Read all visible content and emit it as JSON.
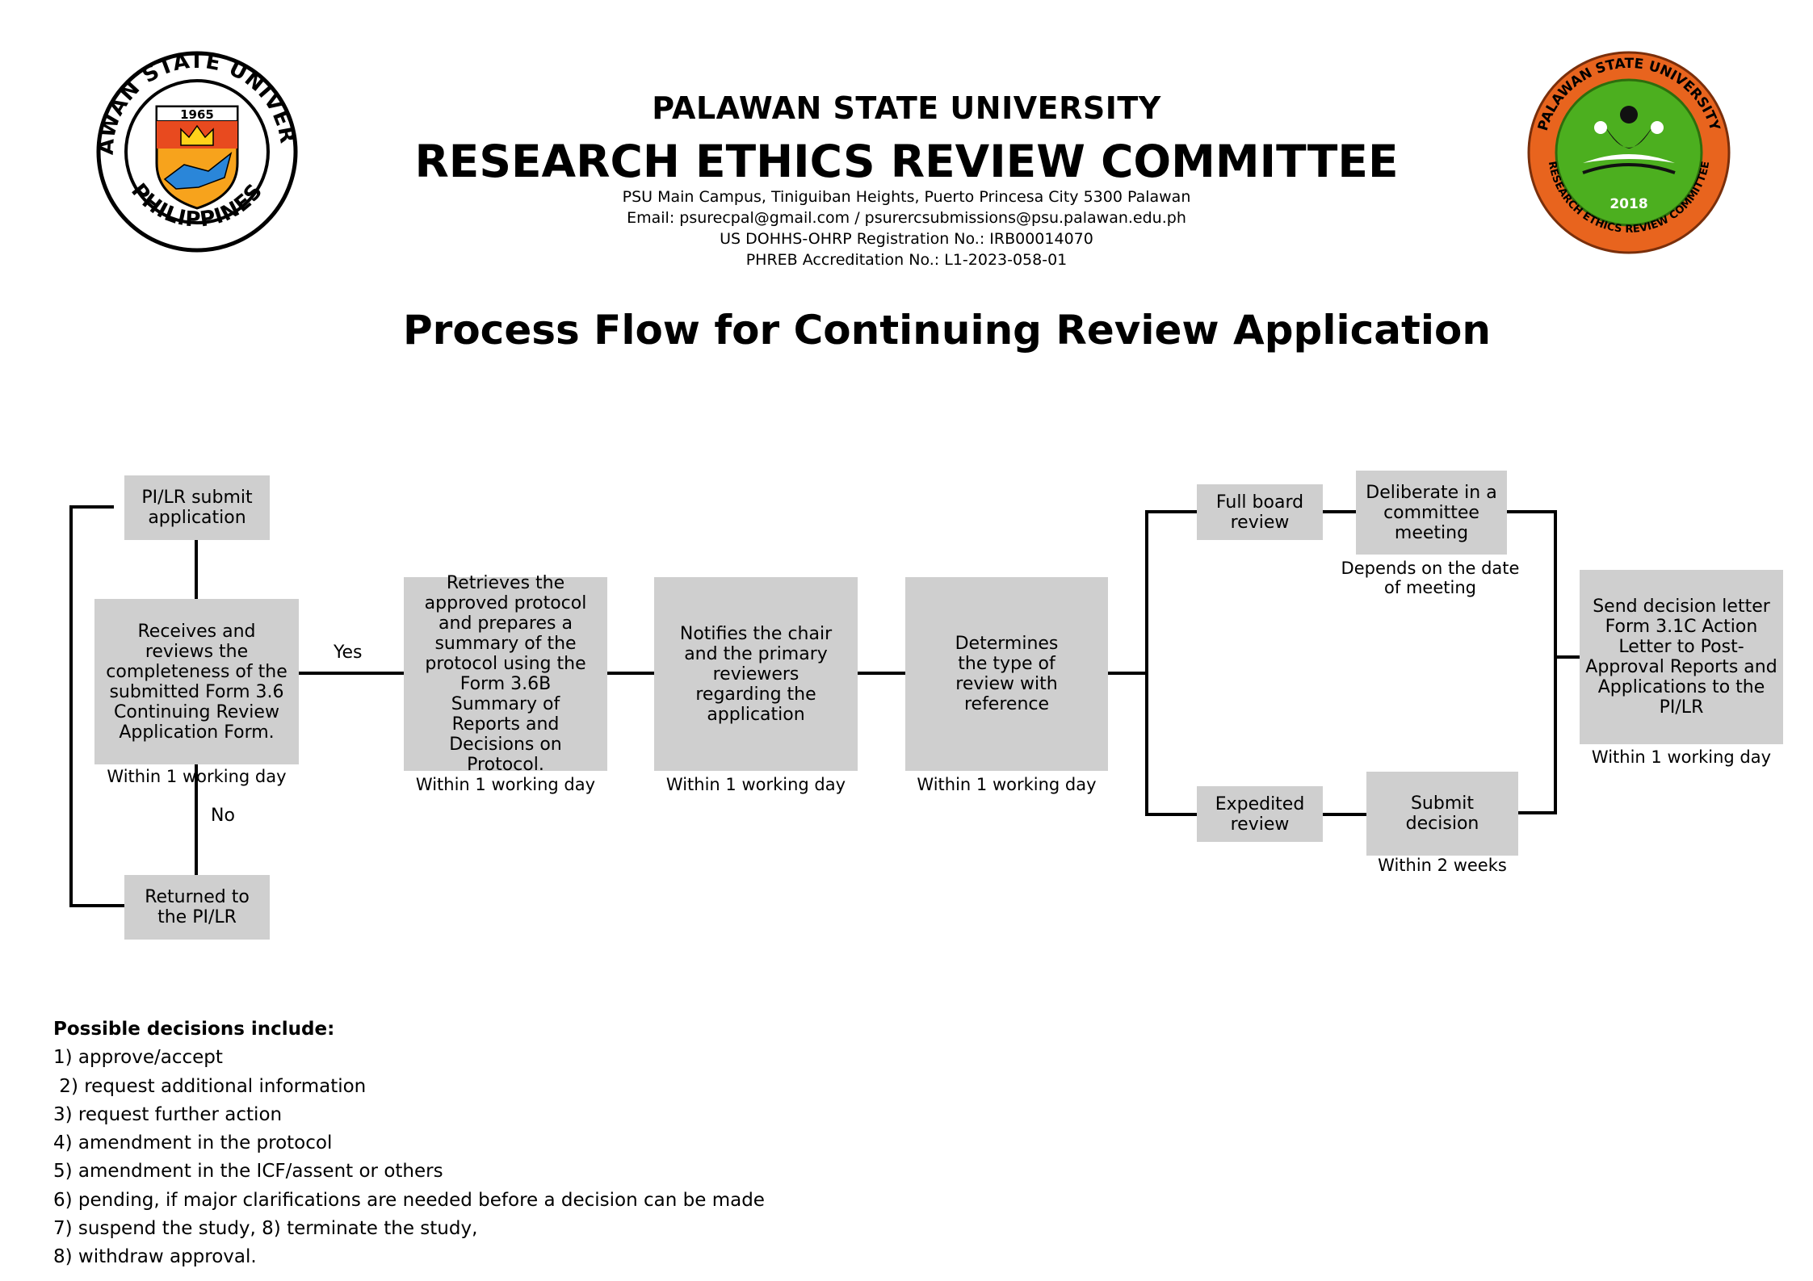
{
  "header": {
    "university": "PALAWAN STATE UNIVERSITY",
    "committee": "RESEARCH ETHICS REVIEW COMMITTEE",
    "address": "PSU Main Campus, Tiniguiban Heights, Puerto Princesa City 5300 Palawan",
    "email": "Email: psurecpal@gmail.com / psurercsubmissions@psu.palawan.edu.ph",
    "registration": "US DOHHS-OHRP Registration No.: IRB00014070",
    "accreditation": "PHREB Accreditation No.: L1-2023-058-01"
  },
  "logos": {
    "left": {
      "ring_text": "PALAWAN STATE UNIVERSITY",
      "bottom_text": "PHILIPPINES",
      "year": "1965"
    },
    "right": {
      "ring_text": "PALAWAN STATE UNIVERSITY",
      "bottom_text": "RESEARCH ETHICS REVIEW COMMITTEE",
      "year": "2018",
      "ring_color": "#e8641e",
      "inner_color": "#4caf1f"
    }
  },
  "title": "Process Flow  for Continuing Review Application",
  "flow": {
    "submit": "PI/LR submit application",
    "receive": "Receives and reviews the completeness of the submitted Form 3.6 Continuing Review Application Form.",
    "receive_time": "Within 1 working day",
    "yes": "Yes",
    "no": "No",
    "returned": "Returned to the PI/LR",
    "retrieve": "Retrieves the approved protocol and prepares a summary of the protocol using the Form 3.6B Summary of Reports and Decisions on Protocol.",
    "retrieve_time": "Within 1 working day",
    "notify": "Notifies the chair and the primary reviewers regarding the application",
    "notify_time": "Within 1 working day",
    "determine": "Determines the type of review with reference",
    "determine_time": "Within 1 working day",
    "full_board": "Full board review",
    "deliberate": "Deliberate in a committee meeting",
    "deliberate_time": "Depends on the date of meeting",
    "expedited": "Expedited review",
    "submit_decision": "Submit decision",
    "submit_decision_time": "Within 2 weeks",
    "send_letter": "Send decision letter Form 3.1C Action Letter to Post-Approval Reports and Applications to the PI/LR",
    "send_letter_time": "Within 1 working day"
  },
  "decisions": {
    "heading": "Possible decisions include:",
    "items": [
      "1) approve/accept",
      " 2) request additional information",
      "3) request further action",
      "4) amendment in the protocol",
      "5) amendment in the ICF/assent or others",
      "6) pending, if major clarifications are needed before a decision can be made",
      "7) suspend the study, 8) terminate the study,",
      "8) withdraw approval."
    ]
  },
  "colors": {
    "box": "#cfcfcf",
    "line": "#000000"
  }
}
